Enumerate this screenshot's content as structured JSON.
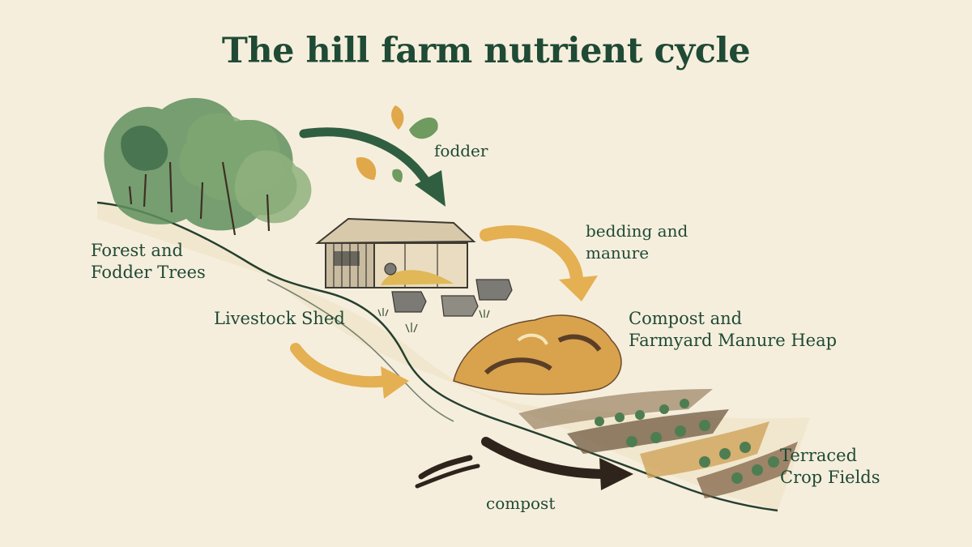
{
  "title": "The hill farm nutrient cycle",
  "nodes": {
    "forest": {
      "line1": "Forest and",
      "line2": "Fodder Trees"
    },
    "shed": {
      "line1": "Livestock Shed"
    },
    "compost": {
      "line1": "Compost and",
      "line2": "Farmyard Manure Heap"
    },
    "fields": {
      "line1": "Terraced",
      "line2": "Crop Fields"
    }
  },
  "flows": {
    "fodder": "fodder",
    "bedding": {
      "line1": "bedding and",
      "line2": "manure"
    },
    "compost": "compost"
  },
  "colors": {
    "background": "#f6eedd",
    "text": "#1f4a35",
    "forest_green": "#4f7d52",
    "arrow_green": "#2f5f40",
    "arrow_gold": "#e4b052",
    "arrow_dark": "#2e241c",
    "soil_brown": "#7a5a3e"
  }
}
